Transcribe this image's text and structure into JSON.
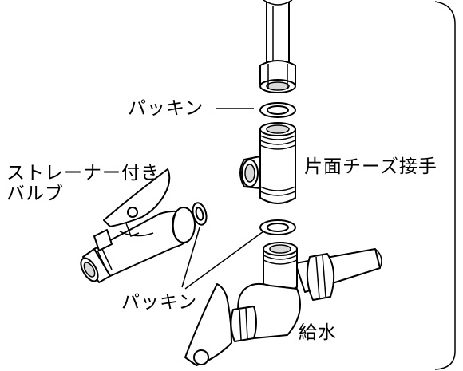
{
  "labels": {
    "packing_top": "パッキン",
    "tee_joint": "片面チーズ接手",
    "strainer_valve_line1": "ストレーナー付き",
    "strainer_valve_line2": "バルブ",
    "packing_bottom": "パッキン",
    "water_supply": "給水"
  }
}
